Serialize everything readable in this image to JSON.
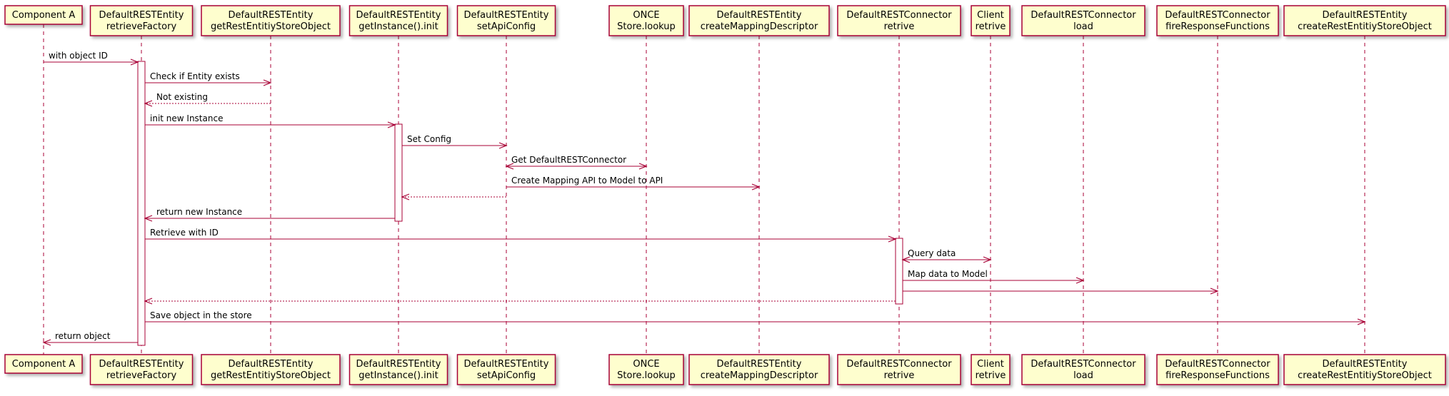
{
  "colors": {
    "participant_fill": "#FEFECE",
    "participant_border": "#A80036",
    "arrow": "#A80036",
    "lifeline": "#A80036",
    "activation_fill": "#FFFFFF",
    "text": "#000000"
  },
  "participants": [
    {
      "id": "component_a",
      "lines": [
        "Component A"
      ]
    },
    {
      "id": "retrieve_factory",
      "lines": [
        "DefaultRESTEntity",
        "retrieveFactory"
      ]
    },
    {
      "id": "get_store_object",
      "lines": [
        "DefaultRESTEntity",
        "getRestEntitiyStoreObject"
      ]
    },
    {
      "id": "get_instance_init",
      "lines": [
        "DefaultRESTEntity",
        "getInstance().init"
      ]
    },
    {
      "id": "set_api_config",
      "lines": [
        "DefaultRESTEntity",
        "setApiConfig"
      ]
    },
    {
      "id": "store_lookup",
      "lines": [
        "ONCE",
        "Store.lookup"
      ]
    },
    {
      "id": "create_mapping_descriptor",
      "lines": [
        "DefaultRESTEntity",
        "createMappingDescriptor"
      ]
    },
    {
      "id": "connector_retrive",
      "lines": [
        "DefaultRESTConnector",
        "retrive"
      ]
    },
    {
      "id": "client_retrive",
      "lines": [
        "Client",
        "retrive"
      ]
    },
    {
      "id": "connector_load",
      "lines": [
        "DefaultRESTConnector",
        "load"
      ]
    },
    {
      "id": "fire_response_functions",
      "lines": [
        "DefaultRESTConnector",
        "fireResponseFunctions"
      ]
    },
    {
      "id": "create_store_object",
      "lines": [
        "DefaultRESTEntity",
        "createRestEntitiyStoreObject"
      ]
    }
  ],
  "messages": [
    {
      "from": 0,
      "to": 1,
      "label": "with object ID",
      "style": "solid"
    },
    {
      "from": 1,
      "to": 2,
      "label": "Check if Entity exists",
      "style": "solid"
    },
    {
      "from": 2,
      "to": 1,
      "label": "Not existing",
      "style": "dashed"
    },
    {
      "from": 1,
      "to": 3,
      "label": "init new Instance",
      "style": "solid"
    },
    {
      "from": 3,
      "to": 4,
      "label": "Set Config",
      "style": "solid"
    },
    {
      "from": 4,
      "to": 5,
      "label": "Get DefaultRESTConnector",
      "style": "solid",
      "bidirectional": true
    },
    {
      "from": 4,
      "to": 6,
      "label": "Create Mapping API to Model to API",
      "style": "solid"
    },
    {
      "from": 4,
      "to": 3,
      "label": "",
      "style": "dashed"
    },
    {
      "from": 3,
      "to": 1,
      "label": "return new Instance",
      "style": "solid"
    },
    {
      "from": 1,
      "to": 7,
      "label": "Retrieve with ID",
      "style": "solid"
    },
    {
      "from": 7,
      "to": 8,
      "label": "Query data",
      "style": "solid",
      "bidirectional": true
    },
    {
      "from": 7,
      "to": 9,
      "label": "Map data to Model",
      "style": "solid"
    },
    {
      "from": 7,
      "to": 10,
      "label": "",
      "style": "solid"
    },
    {
      "from": 7,
      "to": 1,
      "label": "",
      "style": "dashed"
    },
    {
      "from": 1,
      "to": 11,
      "label": "Save object in the store",
      "style": "solid"
    },
    {
      "from": 1,
      "to": 0,
      "label": "return object",
      "style": "solid"
    }
  ],
  "activations": [
    {
      "participant": 1,
      "from_message": 0,
      "to_message": 15
    },
    {
      "participant": 3,
      "from_message": 3,
      "to_message": 8
    },
    {
      "participant": 7,
      "from_message": 9,
      "to_message": 13
    }
  ]
}
